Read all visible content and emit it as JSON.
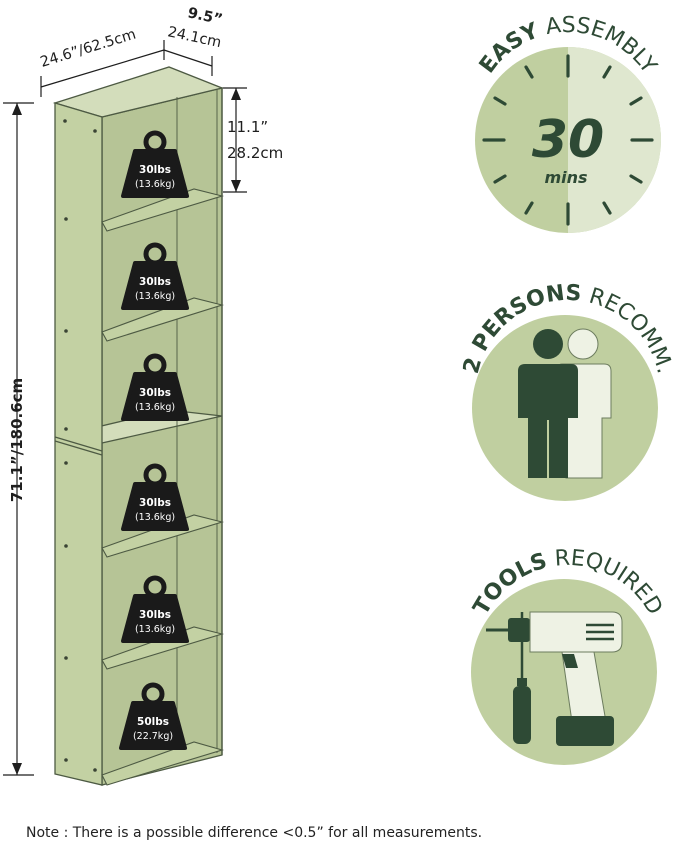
{
  "dimensions": {
    "width_label": "24.6”/62.5cm",
    "depth_inch": "9.5”",
    "depth_cm": "24.1cm",
    "shelf_height_inch": "11.1”",
    "shelf_height_cm": "28.2cm",
    "total_height_label": "71.1”/180.6cm"
  },
  "shelf_loads": [
    {
      "weight": "30lbs",
      "metric": "(13.6kg)"
    },
    {
      "weight": "30lbs",
      "metric": "(13.6kg)"
    },
    {
      "weight": "30lbs",
      "metric": "(13.6kg)"
    },
    {
      "weight": "30lbs",
      "metric": "(13.6kg)"
    },
    {
      "weight": "30lbs",
      "metric": "(13.6kg)"
    },
    {
      "weight": "50lbs",
      "metric": "(22.7kg)"
    }
  ],
  "badges": {
    "assembly": {
      "bold": "EASY",
      "rest": " ASSEMBLY",
      "number": "30",
      "unit": "mins"
    },
    "persons": {
      "bold": "2 PERSONS",
      "rest": " RECOMM."
    },
    "tools": {
      "bold": "TOOLS",
      "rest": " REQUIRED"
    }
  },
  "note": "Note : There is a possible difference <0.5” for all measurements.",
  "colors": {
    "shelf_fill": "#c3d1a3",
    "shelf_line": "#4d5a43",
    "badge_light": "#c0cfa0",
    "badge_pale": "#dfe7cf",
    "badge_dark": "#2e4a35",
    "weight_icon": "#1a1a1a"
  }
}
